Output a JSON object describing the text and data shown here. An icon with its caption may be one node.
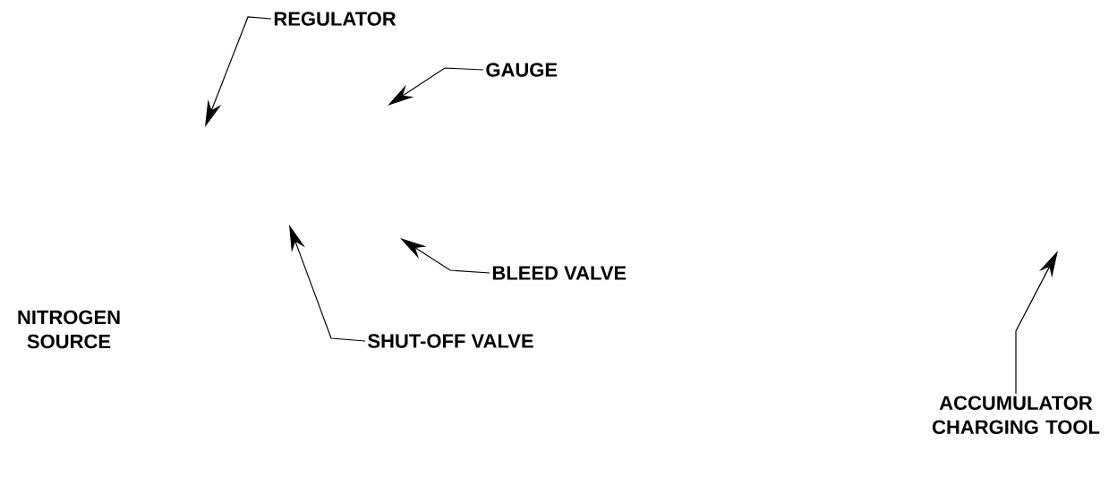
{
  "diagram": {
    "nodes": [
      {
        "text": [
          "REGULATOR"
        ]
      },
      {
        "text": [
          "GAUGE"
        ]
      },
      {
        "text": [
          "BLEED VALVE"
        ]
      },
      {
        "text": [
          "NITROGEN SOURCE"
        ]
      },
      {
        "text": [
          "SHUT-OFF VALVE"
        ]
      },
      {
        "text": [
          "ACCUMULATOR CHARGING TOOL"
        ]
      }
    ],
    "edges": [
      {
        "from": 0,
        "to": null,
        "arrow": "to"
      },
      {
        "from": 1,
        "to": null,
        "arrow": "to"
      },
      {
        "from": 2,
        "to": null,
        "arrow": "to"
      },
      {
        "from": 4,
        "to": null,
        "arrow": "to"
      },
      {
        "from": 5,
        "to": null,
        "arrow": "to"
      }
    ]
  }
}
